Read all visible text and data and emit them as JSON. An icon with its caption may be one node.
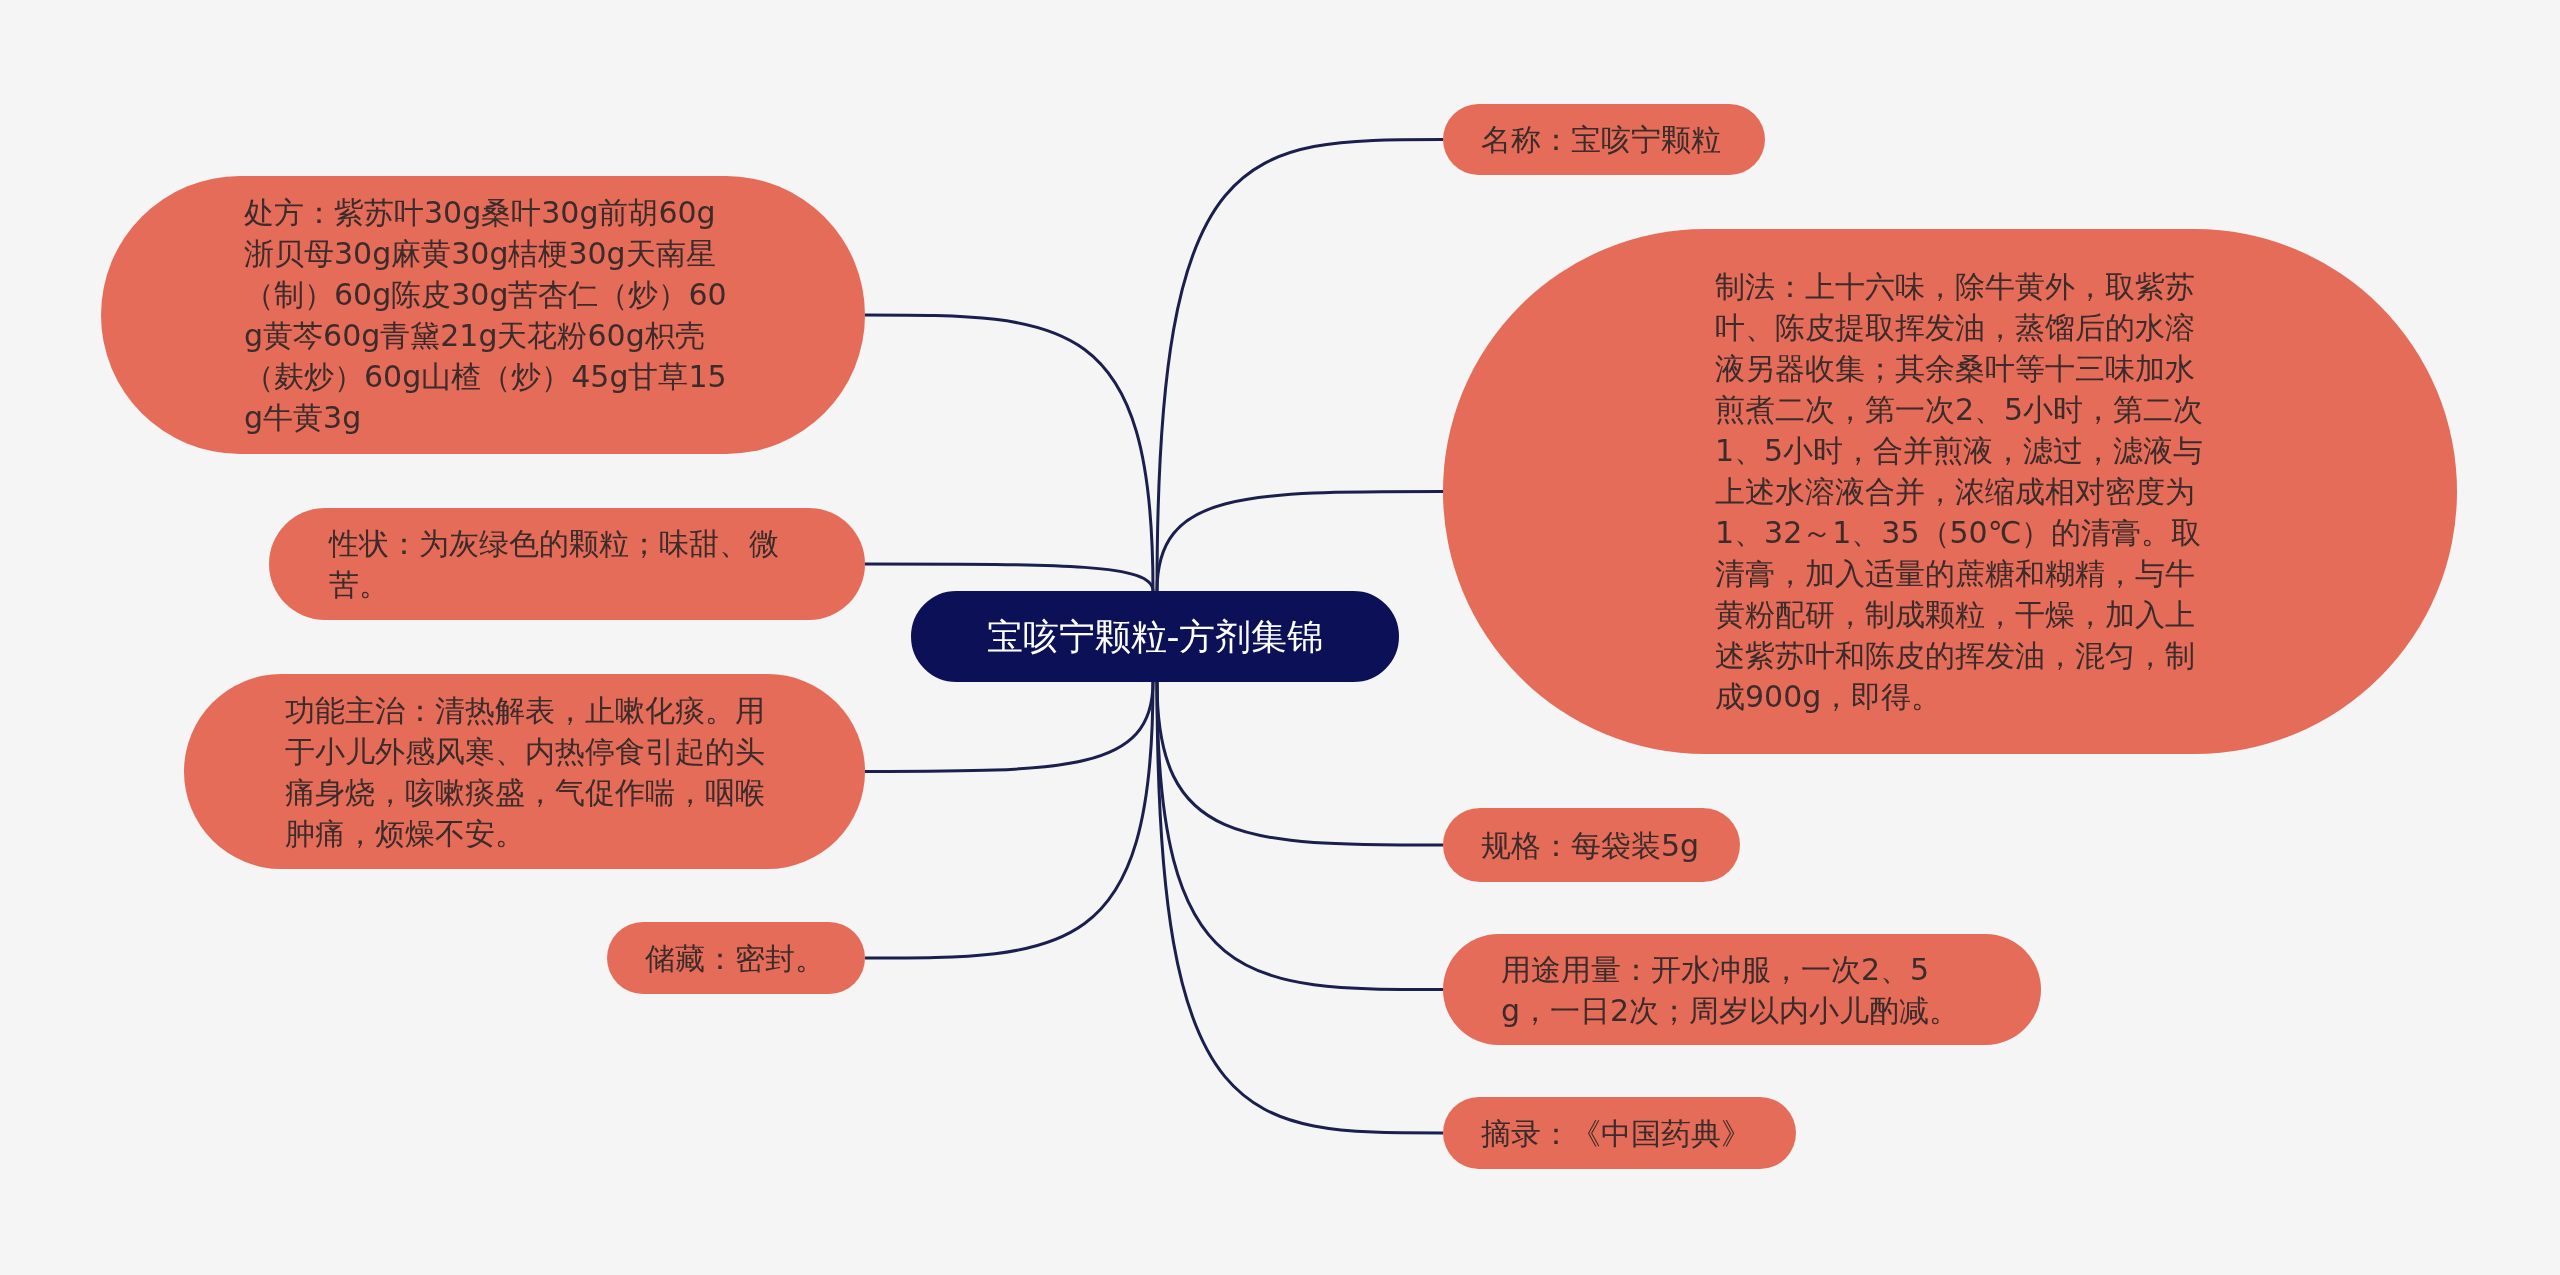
{
  "diagram": {
    "nodes": [
      {
        "text": [
          "宝咳宁颗粒-方剂集锦"
        ]
      },
      {
        "text": [
          "名称：宝咳宁颗粒"
        ]
      },
      {
        "text": [
          "制法：上十六味，除牛黄外，取紫苏叶、陈皮提取挥发油，蒸馏后的水溶液另器收集；其余桑叶等十三味加水煎煮二次，第一次2、5小时，第二次1、5小时，合并煎液，滤过，滤液与上述水溶液合并，浓缩成相对密度为1、32～1、35（50℃）的清膏。取清膏，加入适量的蔗糖和糊精，与牛黄粉配研，制成颗粒，干燥，加入上述紫苏叶和陈皮的挥发油，混匀，制成900g，即得。"
        ]
      },
      {
        "text": [
          "规格：每袋装5g"
        ]
      },
      {
        "text": [
          "用途用量：开水冲服，一次2、5g，一日2次；周岁以内小儿酌减。"
        ]
      },
      {
        "text": [
          "摘录：《中国药典》"
        ]
      },
      {
        "text": [
          "处方：紫苏叶30g桑叶30g前胡60g浙贝母30g麻黄30g桔梗30g天南星（制）60g陈皮30g苦杏仁（炒）60g黄芩60g青黛21g天花粉60g枳壳（麸炒）60g山楂（炒）45g甘草15g牛黄3g"
        ]
      },
      {
        "text": [
          "性状：为灰绿色的颗粒；味甜、微苦。"
        ]
      },
      {
        "text": [
          "功能主治：清热解表，止嗽化痰。用于小儿外感风寒、内热停食引起的头痛身烧，咳嗽痰盛，气促作喘，咽喉肿痛，烦燥不安。"
        ]
      },
      {
        "text": [
          "储藏：密封。"
        ]
      }
    ],
    "edges": [
      {
        "from": 0,
        "to": 1,
        "arrow": "none"
      },
      {
        "from": 0,
        "to": 2,
        "arrow": "none"
      },
      {
        "from": 0,
        "to": 3,
        "arrow": "none"
      },
      {
        "from": 0,
        "to": 4,
        "arrow": "none"
      },
      {
        "from": 0,
        "to": 5,
        "arrow": "none"
      },
      {
        "from": 0,
        "to": 6,
        "arrow": "none"
      },
      {
        "from": 0,
        "to": 7,
        "arrow": "none"
      },
      {
        "from": 0,
        "to": 8,
        "arrow": "none"
      },
      {
        "from": 0,
        "to": 9,
        "arrow": "none"
      }
    ]
  }
}
